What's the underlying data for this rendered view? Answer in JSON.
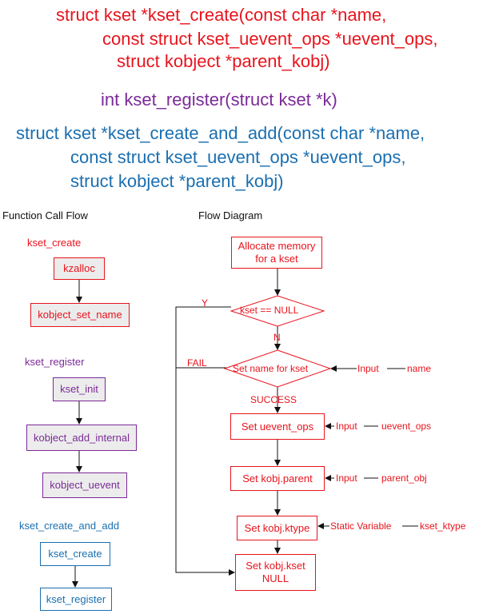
{
  "signatures": {
    "kset_create": [
      "struct kset *kset_create(const char *name,",
      "const struct kset_uevent_ops *uevent_ops,",
      "struct kobject *parent_kobj)"
    ],
    "kset_register": "int kset_register(struct kset *k)",
    "kset_create_and_add": [
      "struct kset *kset_create_and_add(const char *name,",
      "const struct kset_uevent_ops *uevent_ops,",
      "struct kobject *parent_kobj)"
    ]
  },
  "call_flow": {
    "heading": "Function Call Flow",
    "groups": [
      {
        "title": "kset_create",
        "boxes": [
          "kzalloc",
          "kobject_set_name"
        ]
      },
      {
        "title": "kset_register",
        "boxes": [
          "kset_init",
          "kobject_add_internal",
          "kobject_uevent"
        ]
      },
      {
        "title": "kset_create_and_add",
        "boxes": [
          "kset_create",
          "kset_register"
        ]
      }
    ]
  },
  "flow_diagram": {
    "heading": "Flow Diagram",
    "alloc": "Allocate memory\nfor a kset",
    "null_check": "kset == NULL",
    "yes_label": "Y",
    "no_label": "N",
    "set_name": "Set name for kset",
    "fail_label": "FAIL",
    "success_label": "SUCCESS",
    "set_uevent_ops": "Set uevent_ops",
    "set_parent": "Set kobj.parent",
    "set_ktype": "Set kobj.ktype",
    "set_kset_null": "Set kobj.kset\nNULL",
    "inputs": {
      "name_src": "Input",
      "name_val": "name",
      "uevent_src": "Input",
      "uevent_val": "uevent_ops",
      "parent_src": "Input",
      "parent_val": "parent_obj",
      "ktype_src": "Static Variable",
      "ktype_val": "kset_ktype"
    }
  }
}
